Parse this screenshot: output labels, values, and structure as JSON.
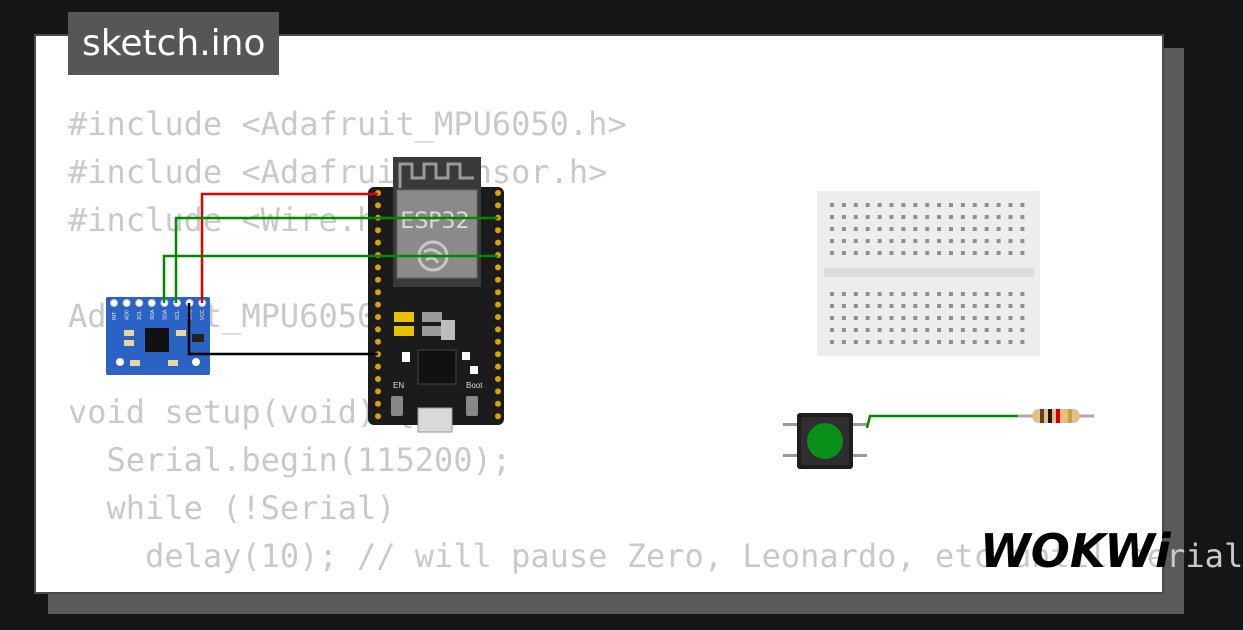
{
  "tab": {
    "label": "sketch.ino"
  },
  "code": {
    "lines": [
      "#include <Adafruit_MPU6050.h>",
      "#include <Adafruit_Sensor.h>",
      "#include <Wire.h>",
      "",
      "Adafruit_MPU6050 mpu;",
      "",
      "void setup(void) {",
      "  Serial.begin(115200);",
      "  while (!Serial)",
      "    delay(10); // will pause Zero, Leonardo, etc until serial"
    ]
  },
  "esp32": {
    "chip_label": "ESP32",
    "en_label": "EN",
    "boot_label": "Boot"
  },
  "mpu": {
    "pin_labels": [
      "INT",
      "AD0",
      "XCL",
      "XDA",
      "SDA",
      "SCL",
      "GND",
      "VCC"
    ]
  },
  "logo": {
    "text": "WOKWi"
  },
  "colors": {
    "wire_red": "#e00000",
    "wire_green": "#008a00",
    "wire_black": "#000000",
    "mpu_board": "#2a63c4",
    "button_cap": "#0a8f1a"
  }
}
